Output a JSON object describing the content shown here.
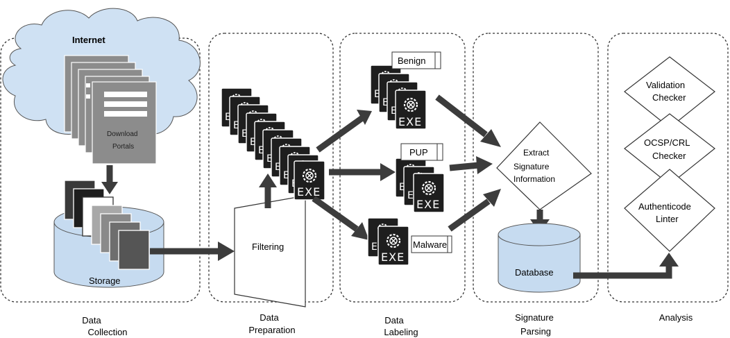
{
  "stages": {
    "collection": [
      "Data",
      "Collection"
    ],
    "preparation": [
      "Data",
      "Preparation"
    ],
    "labeling": [
      "Data",
      "Labeling"
    ],
    "parsing": [
      "Signature",
      "Parsing"
    ],
    "analysis": "Analysis"
  },
  "cloud": {
    "label": "Internet"
  },
  "portal": {
    "lines": [
      "Download",
      "Portals"
    ]
  },
  "storage": {
    "label": "Storage"
  },
  "filtering": {
    "label": "Filtering"
  },
  "file_icon": {
    "text": "EXE"
  },
  "tags": {
    "benign": "Benign",
    "pup": "PUP",
    "malware": "Malware"
  },
  "extract": {
    "lines": [
      "Extract",
      "Signature",
      "Information"
    ]
  },
  "database": {
    "label": "Database"
  },
  "checkers": {
    "validation": [
      "Validation",
      "Checker"
    ],
    "ocsp": [
      "OCSP/CRL",
      "Checker"
    ],
    "authenticode": [
      "Authenticode",
      "Linter"
    ]
  },
  "colors": {
    "arrow": "#3c3c3c",
    "cylinder": "#c6dbf0",
    "cloud": "#cfe1f3",
    "icon": "#1e1e1e"
  }
}
